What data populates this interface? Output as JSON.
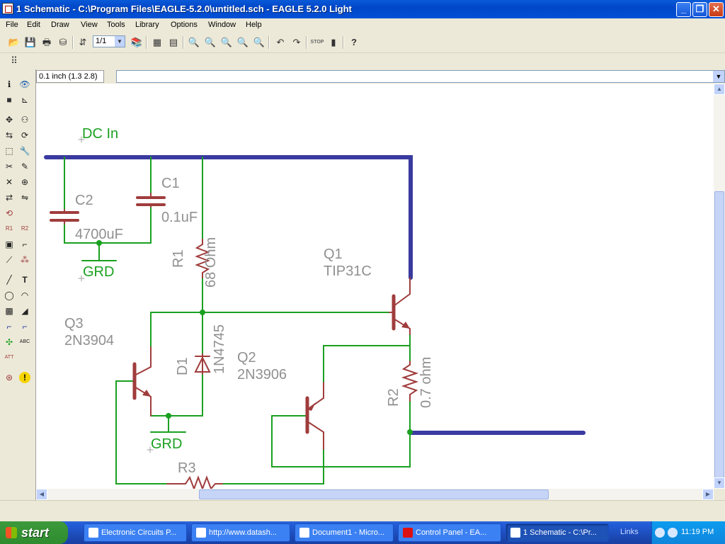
{
  "window": {
    "title": "1 Schematic - C:\\Program Files\\EAGLE-5.2.0\\untitled.sch - EAGLE 5.2.0 Light",
    "buttons": [
      "_",
      "❐",
      "✕"
    ]
  },
  "menu": [
    "File",
    "Edit",
    "Draw",
    "View",
    "Tools",
    "Library",
    "Options",
    "Window",
    "Help"
  ],
  "toolbar": {
    "sheet_select": "1/1"
  },
  "command": {
    "coordinates": "0.1 inch (1.3 2.8)",
    "input_value": ""
  },
  "schematic": {
    "dc_in": "DC In",
    "c2_name": "C2",
    "c2_value": "4700uF",
    "c1_name": "C1",
    "c1_value": "0.1uF",
    "gnd1": "GRD",
    "gnd2": "GRD",
    "r1_name": "R1",
    "r1_value": "68 Ohm",
    "q1_name": "Q1",
    "q1_value": "TIP31C",
    "q3_name": "Q3",
    "q3_value": "2N3904",
    "d1_name": "D1",
    "d1_value": "1N4745",
    "q2_name": "Q2",
    "q2_value": "2N3906",
    "r2_name": "R2",
    "r2_value": "0.7 ohm",
    "r3_name": "R3",
    "colors": {
      "net": "#1aa020",
      "bus": "#3a3aa0",
      "part": "#a03c3c",
      "label_gray": "#909090"
    }
  },
  "taskbar": {
    "start": "start",
    "tasks": [
      "Electronic Circuits P...",
      "http://www.datash...",
      "Document1 - Micro...",
      "Control Panel - EA...",
      "1 Schematic - C:\\Pr..."
    ],
    "links": "Links",
    "clock": "11:19 PM"
  }
}
